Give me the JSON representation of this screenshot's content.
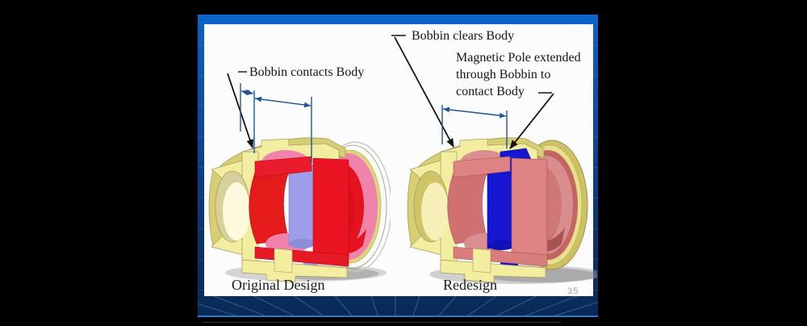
{
  "slide": {
    "page_number": "35"
  },
  "figure": {
    "callout_left": "Bobbin contacts Body",
    "callout_top_right": "Bobbin clears Body",
    "callout_right_lines": [
      "Magnetic Pole extended",
      "through Bobbin to",
      "contact Body"
    ],
    "caption_left": "Original Design",
    "caption_right": "Redesign"
  },
  "colors": {
    "slide_top_blue": "#0c64ca",
    "slide_bottom_navy": "#092a56",
    "ray_blue": "#4b7fb7",
    "dimension_blue": "#1f5795",
    "callout_black": "#151515",
    "body_yellow_face": "#f3eda0",
    "body_yellow_curve": "#d8ce72",
    "coil_red": "#e81a24",
    "coil_pink": "#f083ab",
    "plunger_lavender": "#9d9dea",
    "redesign_salmon": "#db8c8c",
    "redesign_salmon_dark": "#c26565",
    "magnetic_pole_blue": "#1616d2",
    "panel_white": "#fcfcfc"
  }
}
